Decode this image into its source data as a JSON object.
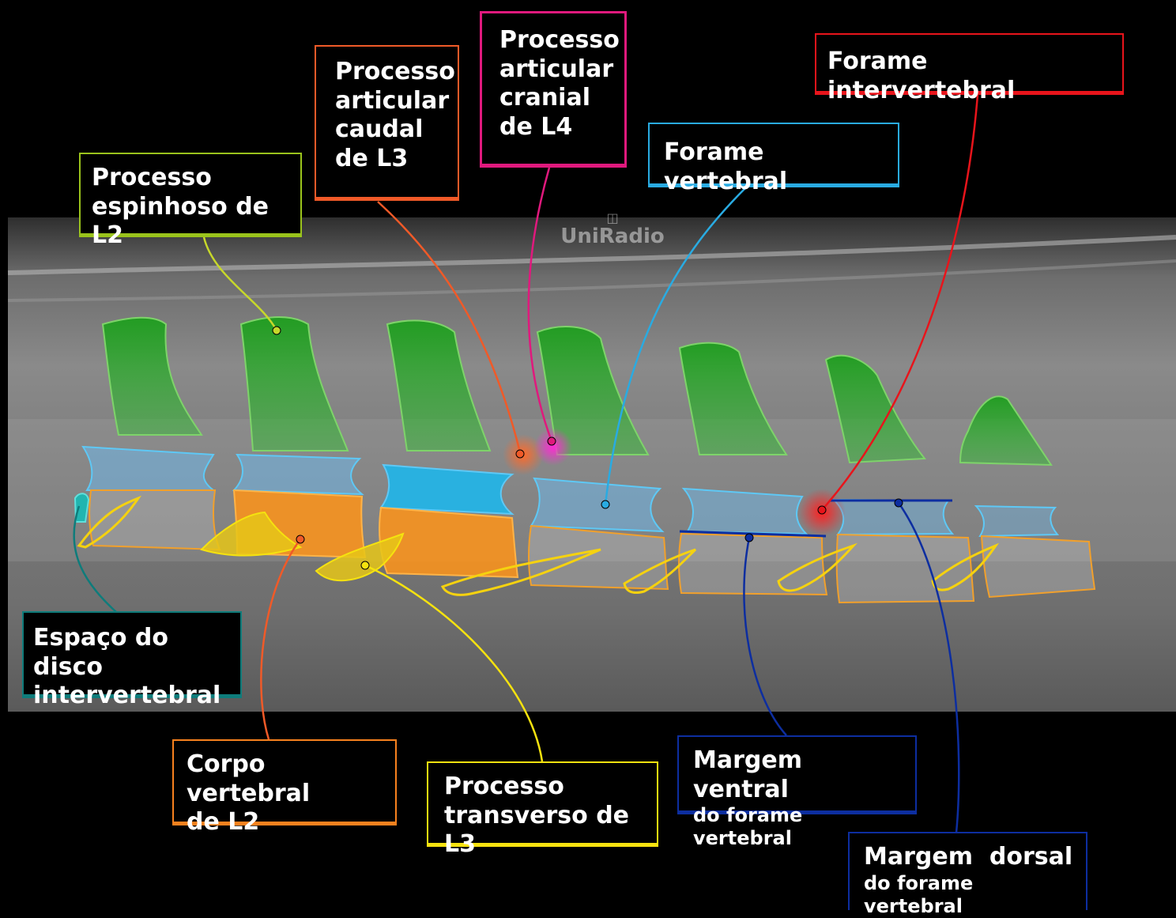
{
  "watermark": {
    "text": "UniRadio",
    "icon": "tv-icon"
  },
  "labels": {
    "espinhoso": {
      "lines": [
        "Processo",
        "espinhoso de L2"
      ],
      "color": "#9ac31c"
    },
    "caudal": {
      "lines": [
        "Processo",
        "articular",
        "caudal",
        "de L3"
      ],
      "color": "#f05a28"
    },
    "cranial": {
      "lines": [
        "Processo",
        "articular",
        "cranial",
        "de L4"
      ],
      "color": "#e0197d"
    },
    "forame_vertebral": {
      "lines": [
        "Forame vertebral"
      ],
      "color": "#29abe2"
    },
    "forame_intervertebral": {
      "lines": [
        "Forame intervertebral"
      ],
      "color": "#e8141b"
    },
    "disco": {
      "lines": [
        "Espaço do disco",
        "intervertebral"
      ],
      "color": "#0e7c7b"
    },
    "corpo": {
      "lines": [
        "Corpo vertebral",
        "de L2"
      ],
      "color": "#f7811e"
    },
    "transverso": {
      "lines": [
        "Processo",
        "transverso de L3"
      ],
      "color": "#f5e20f"
    },
    "margem_ventral": {
      "title": "Margem ventral",
      "subtitle": "do forame vertebral",
      "color": "#0d2ea0"
    },
    "margem_dorsal": {
      "title": "Margem  dorsal",
      "subtitle": "do forame vertebral",
      "color": "#0d2ea0"
    }
  }
}
